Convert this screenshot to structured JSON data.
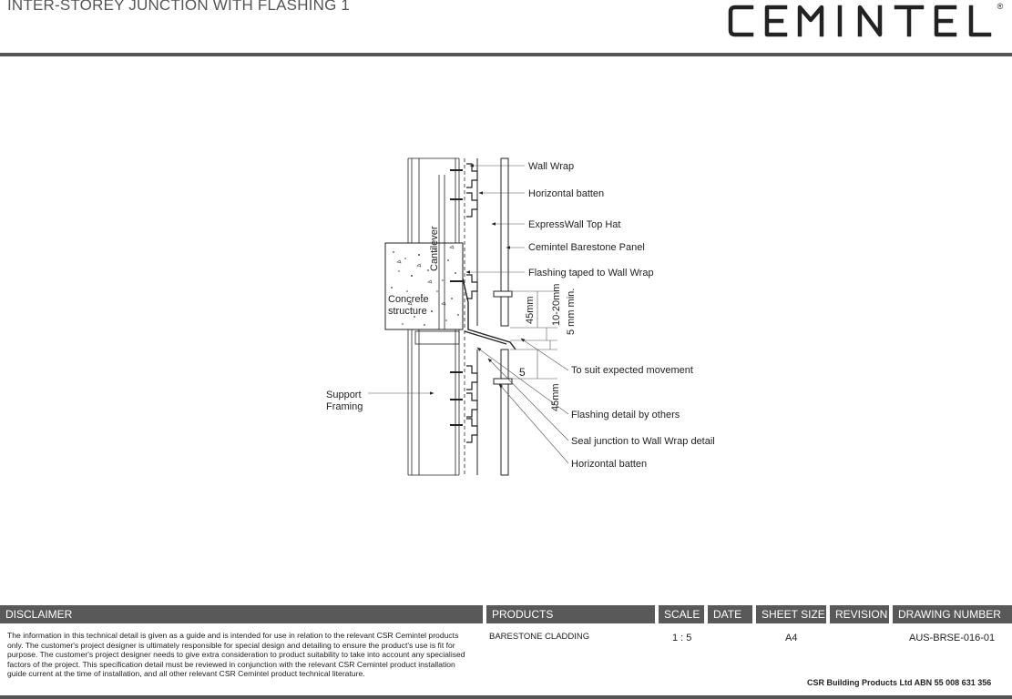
{
  "header": {
    "title": "INTER-STOREY JUNCTION WITH FLASHING 1",
    "brand": "CEMINTEL",
    "registered_mark": "®"
  },
  "drawing": {
    "labels": {
      "wall_wrap": "Wall Wrap",
      "horizontal_batten_top": "Horizontal batten",
      "expresswall_top_hat": "ExpressWall Top Hat",
      "barestone_panel": "Cemintel Barestone Panel",
      "flashing_taped": "Flashing taped to Wall Wrap",
      "cantilever": "Cantilever",
      "concrete_line1": "Concrete",
      "concrete_line2": "structure",
      "dim_45_top": "45mm",
      "dim_10_20": "10-20mm",
      "dim_5min": "5 mm min.",
      "to_suit_movement": "To suit expected movement",
      "marker_5": "5",
      "support_line1": "Support",
      "support_line2": "Framing",
      "dim_45_bottom": "45mm",
      "flashing_detail": "Flashing detail by others",
      "seal_junction": "Seal junction to Wall Wrap detail",
      "horizontal_batten_bottom": "Horizontal batten"
    }
  },
  "footer": {
    "disclaimer_header": "DISCLAIMER",
    "disclaimer_text": "The information in this technical detail is given as a guide and is intended for use in relation to the relevant CSR Cemintel products only. The customer's project designer is ultimately responsible for special design and detailing to ensure the product's use is fit for purpose. The customer's project designer needs to give extra consideration to product suitability to take into account any specialised factors of the project. This specification detail must be reviewed in conjunction with the relevant CSR Cemintel product installation guide current at the time of installation, and all other relevant CSR Cemintel product technical literature.",
    "products_header": "PRODUCTS",
    "products_value": "BARESTONE CLADDING",
    "scale_header": "SCALE",
    "scale_value": "1 : 5",
    "date_header": "DATE",
    "date_value": "",
    "sheet_size_header": "SHEET SIZE",
    "sheet_size_value": "A4",
    "revision_header": "REVISION",
    "revision_value": "",
    "drawing_number_header": "DRAWING NUMBER",
    "drawing_number_value": "AUS-BRSE-016-01",
    "company": "CSR Building Products Ltd ABN  55 008 631 356"
  }
}
